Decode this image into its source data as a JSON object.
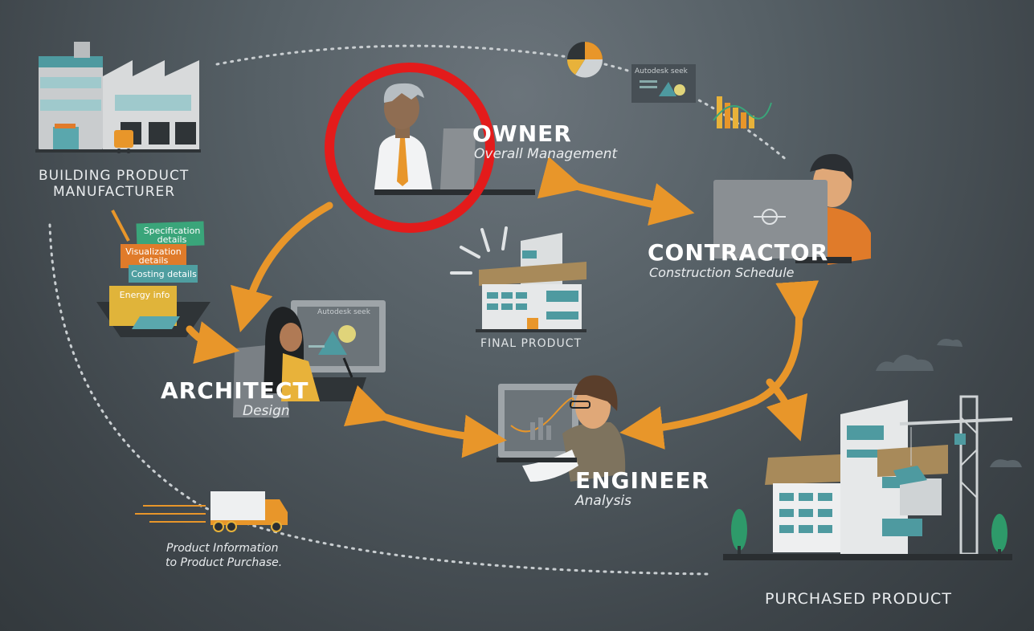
{
  "labels": {
    "manufacturer_line1": "BUILDING PRODUCT",
    "manufacturer_line2": "MANUFACTURER",
    "owner": "OWNER",
    "owner_sub": "Overall Management",
    "contractor": "CONTRACTOR",
    "contractor_sub": "Construction Schedule",
    "architect": "ARCHITECT",
    "architect_sub": "Design",
    "engineer": "ENGINEER",
    "engineer_sub": "Analysis",
    "final_product": "FINAL PRODUCT",
    "purchased_product": "PURCHASED PRODUCT",
    "product_info_line1": "Product Information",
    "product_info_line2": "to Product Purchase.",
    "seek_top": "Autodesk seek",
    "seek_monitor": "Autodesk seek"
  },
  "cards": {
    "specification": "Specification details",
    "visualization": "Visualization details",
    "costing": "Costing details",
    "energy": "Energy info"
  },
  "colors": {
    "accent_orange": "#e8962a",
    "highlight_red": "#e31b1b",
    "card_green": "#3aa57a",
    "card_orange": "#e07b2a",
    "card_teal": "#4f9ea0",
    "card_yellow": "#e0b43a"
  }
}
